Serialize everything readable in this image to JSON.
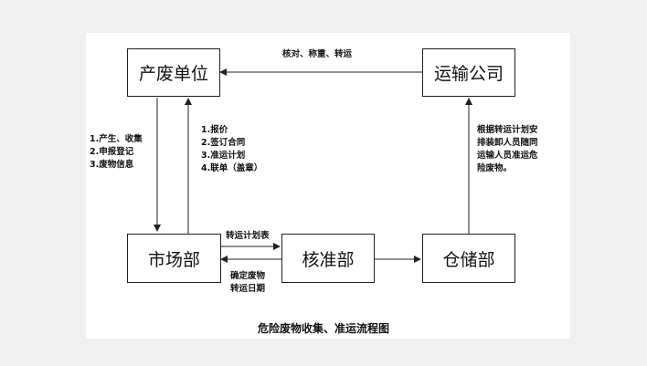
{
  "nodes": {
    "producer": "产废单位",
    "transport": "运输公司",
    "market": "市场部",
    "approval": "核准部",
    "storage": "仓储部"
  },
  "labels": {
    "top": "核对、称重、转运",
    "left": [
      "1.产生、收集",
      "2.申报登记",
      "3.废物信息"
    ],
    "middle": [
      "1.报价",
      "2.签订合同",
      "3.准运计划",
      "4.联单（盖章）"
    ],
    "right": [
      "根据转运计划安",
      "排装卸人员随同",
      "运输人员准运危",
      "险废物。"
    ],
    "plan": "转运计划表",
    "confirm": [
      "确定废物",
      "转运日期"
    ]
  },
  "caption": "危险废物收集、准运流程图",
  "colors": {
    "line": "#222222",
    "canvas": "#ffffff",
    "background": "#f0f0f0"
  }
}
